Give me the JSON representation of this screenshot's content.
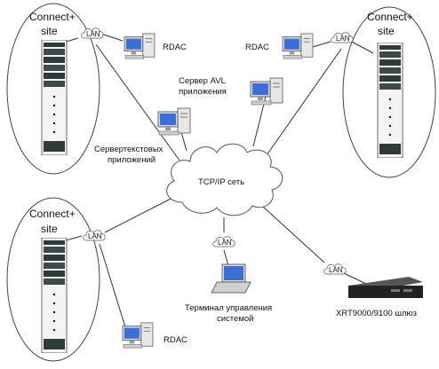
{
  "sites": [
    {
      "line1": "Connect+",
      "line2": "site"
    },
    {
      "line1": "Connect+",
      "line2": "site"
    },
    {
      "line1": "Connect+",
      "line2": "site"
    }
  ],
  "lan_label": "LAN",
  "network": {
    "label": "TCP/IP сеть"
  },
  "rdac_label": "RDAC",
  "avl_server": {
    "line1": "Сервер AVL",
    "line2": "приложения"
  },
  "text_server": {
    "line1": "Сервертекстовых",
    "line2": "приложений"
  },
  "terminal": {
    "line1": "Терминал управления",
    "line2": "системой"
  },
  "gateway": {
    "label": "XRT9000/9100 шлюз"
  },
  "colors": {
    "cloud_stroke": "#555555",
    "rack_dark": "#2f3a3a",
    "server_blue": "#3a6fd8",
    "line": "#333333"
  }
}
